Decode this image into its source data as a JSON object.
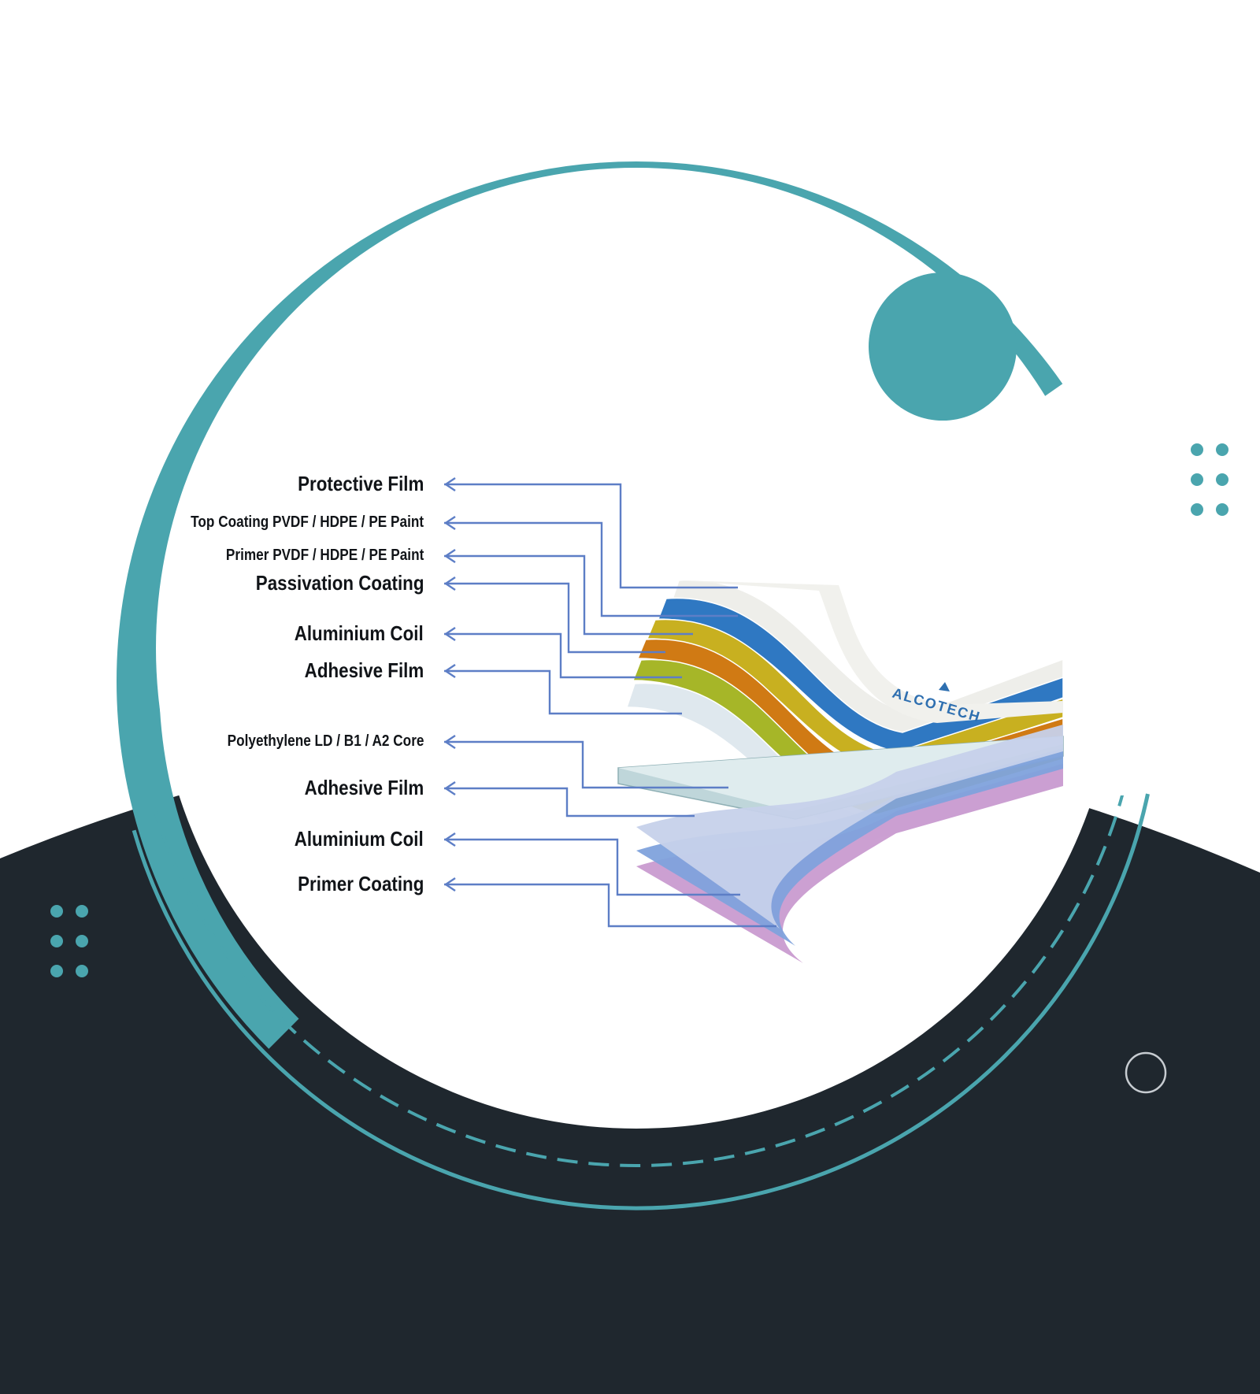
{
  "colors": {
    "teal": "#4aa5ae",
    "dark": "#1f272e",
    "white": "#ffffff",
    "arrow": "#5d7ec6"
  },
  "layers": [
    {
      "label": "Protective Film",
      "color": "#eeeeea"
    },
    {
      "label": "Top Coating  PVDF / HDPE / PE Paint",
      "color": "#2f78c2"
    },
    {
      "label": "Primer PVDF / HDPE / PE Paint",
      "color": "#c8b020"
    },
    {
      "label": "Passivation Coating",
      "color": "#d07a14"
    },
    {
      "label": "Aluminium Coil",
      "color": "#a6b628"
    },
    {
      "label": "Adhesive Film",
      "color": "#dfe8ee"
    },
    {
      "label": "Polyethylene LD / B1 / A2 Core",
      "color": "#bfd6da"
    },
    {
      "label": "Adhesive Film",
      "color": "#c6d1ea"
    },
    {
      "label": "Aluminium Coil",
      "color": "#7fa2dc"
    },
    {
      "label": "Primer Coating",
      "color": "#c99bd0"
    }
  ],
  "brand": {
    "name": "ALCOTECH"
  }
}
